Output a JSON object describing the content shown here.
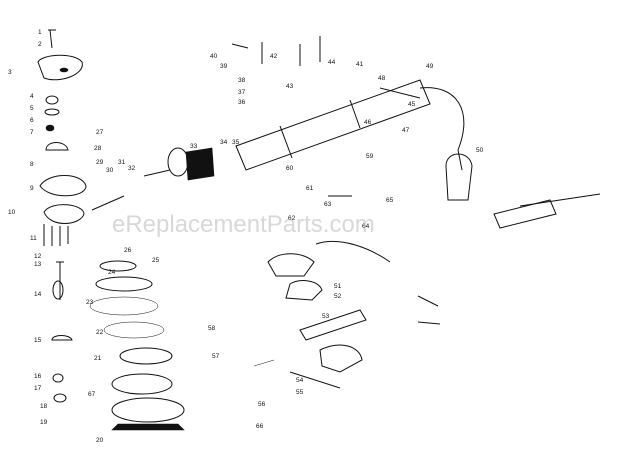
{
  "watermark": "eReplacementParts.com",
  "labels": [
    "1",
    "2",
    "3",
    "4",
    "5",
    "6",
    "7",
    "8",
    "9",
    "10",
    "11",
    "12",
    "13",
    "14",
    "15",
    "16",
    "17",
    "18",
    "19",
    "20",
    "21",
    "22",
    "23",
    "24",
    "25",
    "26",
    "27",
    "28",
    "29",
    "30",
    "31",
    "32",
    "33",
    "34",
    "35",
    "36",
    "37",
    "38",
    "39",
    "40",
    "41",
    "42",
    "43",
    "44",
    "45",
    "46",
    "47",
    "48",
    "49",
    "50",
    "51",
    "52",
    "53",
    "54",
    "55",
    "56",
    "57",
    "58",
    "59",
    "60",
    "61",
    "62",
    "63",
    "64",
    "65",
    "66",
    "67"
  ]
}
